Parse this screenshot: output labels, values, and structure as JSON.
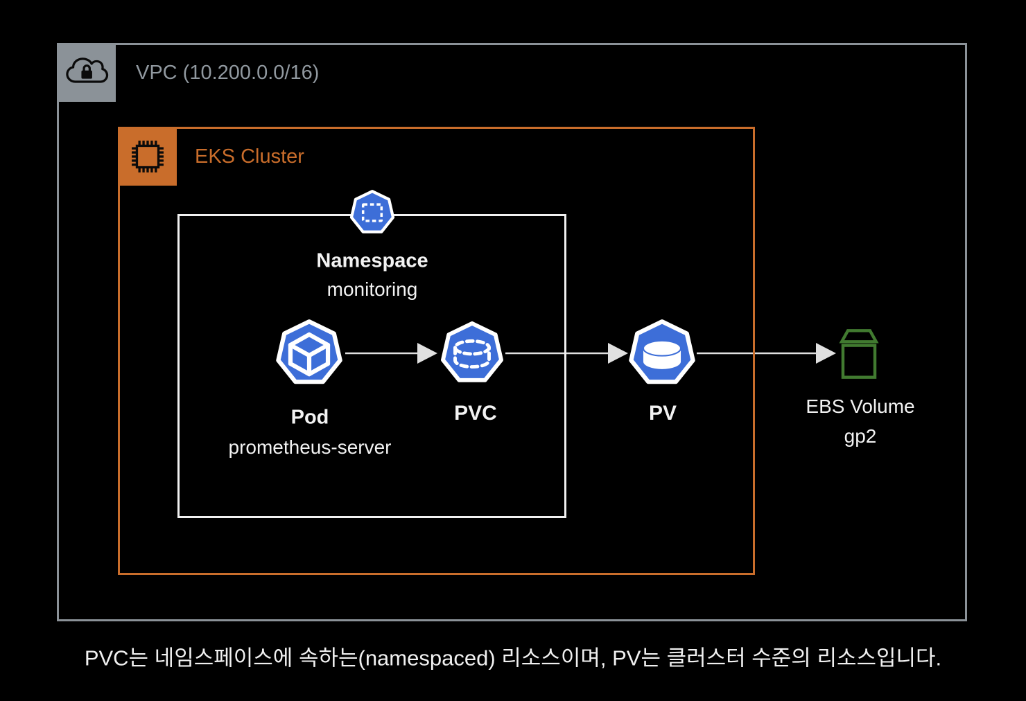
{
  "vpc": {
    "label": "VPC (10.200.0.0/16)"
  },
  "eks": {
    "label": "EKS Cluster"
  },
  "namespace": {
    "title": "Namespace",
    "name": "monitoring"
  },
  "pod": {
    "title": "Pod",
    "name": "prometheus-server"
  },
  "pvc": {
    "label": "PVC"
  },
  "pv": {
    "label": "PV"
  },
  "ebs": {
    "title": "EBS Volume",
    "name": "gp2"
  },
  "caption": "PVC는 네임스페이스에 속하는(namespaced) 리소스이며, PV는 클러스터 수준의 리소스입니다.",
  "colors": {
    "background": "#000000",
    "vpc_gray": "#8B9298",
    "eks_orange": "#C96D2B",
    "namespace_border_white": "#F1F1F1",
    "k8s_blue": "#3D6ED8",
    "ebs_green": "#417A30",
    "arrow_gray": "#E0E0E0",
    "text_white": "#F2F2F2"
  }
}
